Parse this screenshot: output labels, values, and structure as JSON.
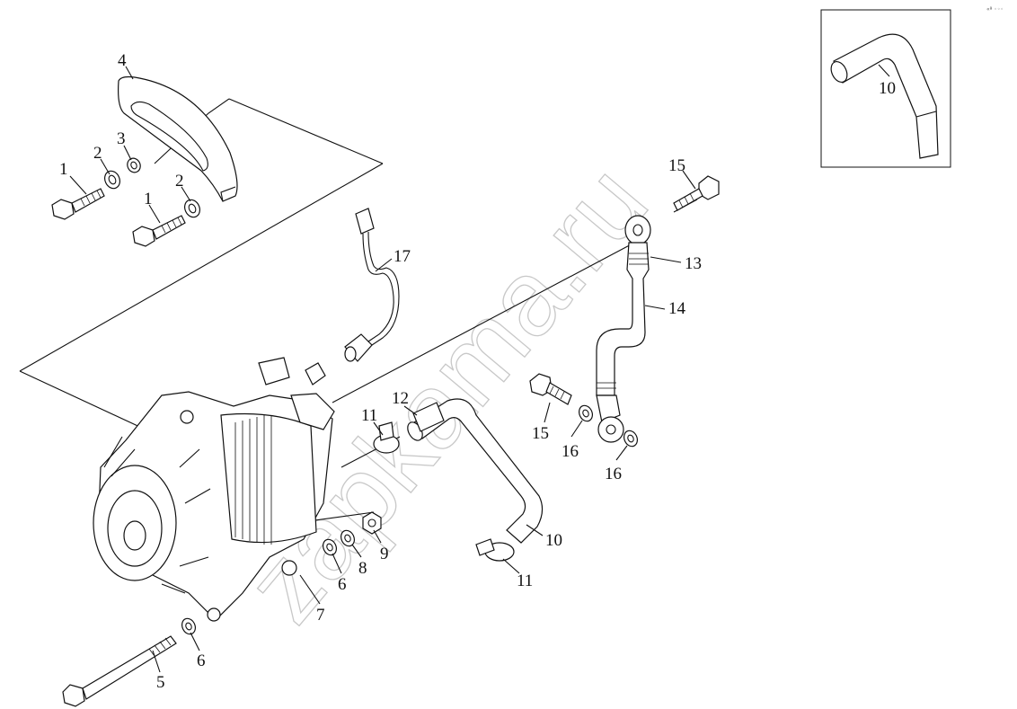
{
  "watermark": "zapkama.ru",
  "corner_mark": "«ª ◦◦◦",
  "inset_label": "10",
  "callouts": [
    {
      "id": "1a",
      "text": "1"
    },
    {
      "id": "2a",
      "text": "2"
    },
    {
      "id": "3",
      "text": "3"
    },
    {
      "id": "4",
      "text": "4"
    },
    {
      "id": "1b",
      "text": "1"
    },
    {
      "id": "2b",
      "text": "2"
    },
    {
      "id": "17",
      "text": "17"
    },
    {
      "id": "15a",
      "text": "15"
    },
    {
      "id": "13",
      "text": "13"
    },
    {
      "id": "14",
      "text": "14"
    },
    {
      "id": "12",
      "text": "12"
    },
    {
      "id": "11a",
      "text": "11"
    },
    {
      "id": "15b",
      "text": "15"
    },
    {
      "id": "16a",
      "text": "16"
    },
    {
      "id": "16b",
      "text": "16"
    },
    {
      "id": "10",
      "text": "10"
    },
    {
      "id": "11b",
      "text": "11"
    },
    {
      "id": "9",
      "text": "9"
    },
    {
      "id": "8",
      "text": "8"
    },
    {
      "id": "6a",
      "text": "6"
    },
    {
      "id": "7",
      "text": "7"
    },
    {
      "id": "6b",
      "text": "6"
    },
    {
      "id": "5",
      "text": "5"
    }
  ]
}
